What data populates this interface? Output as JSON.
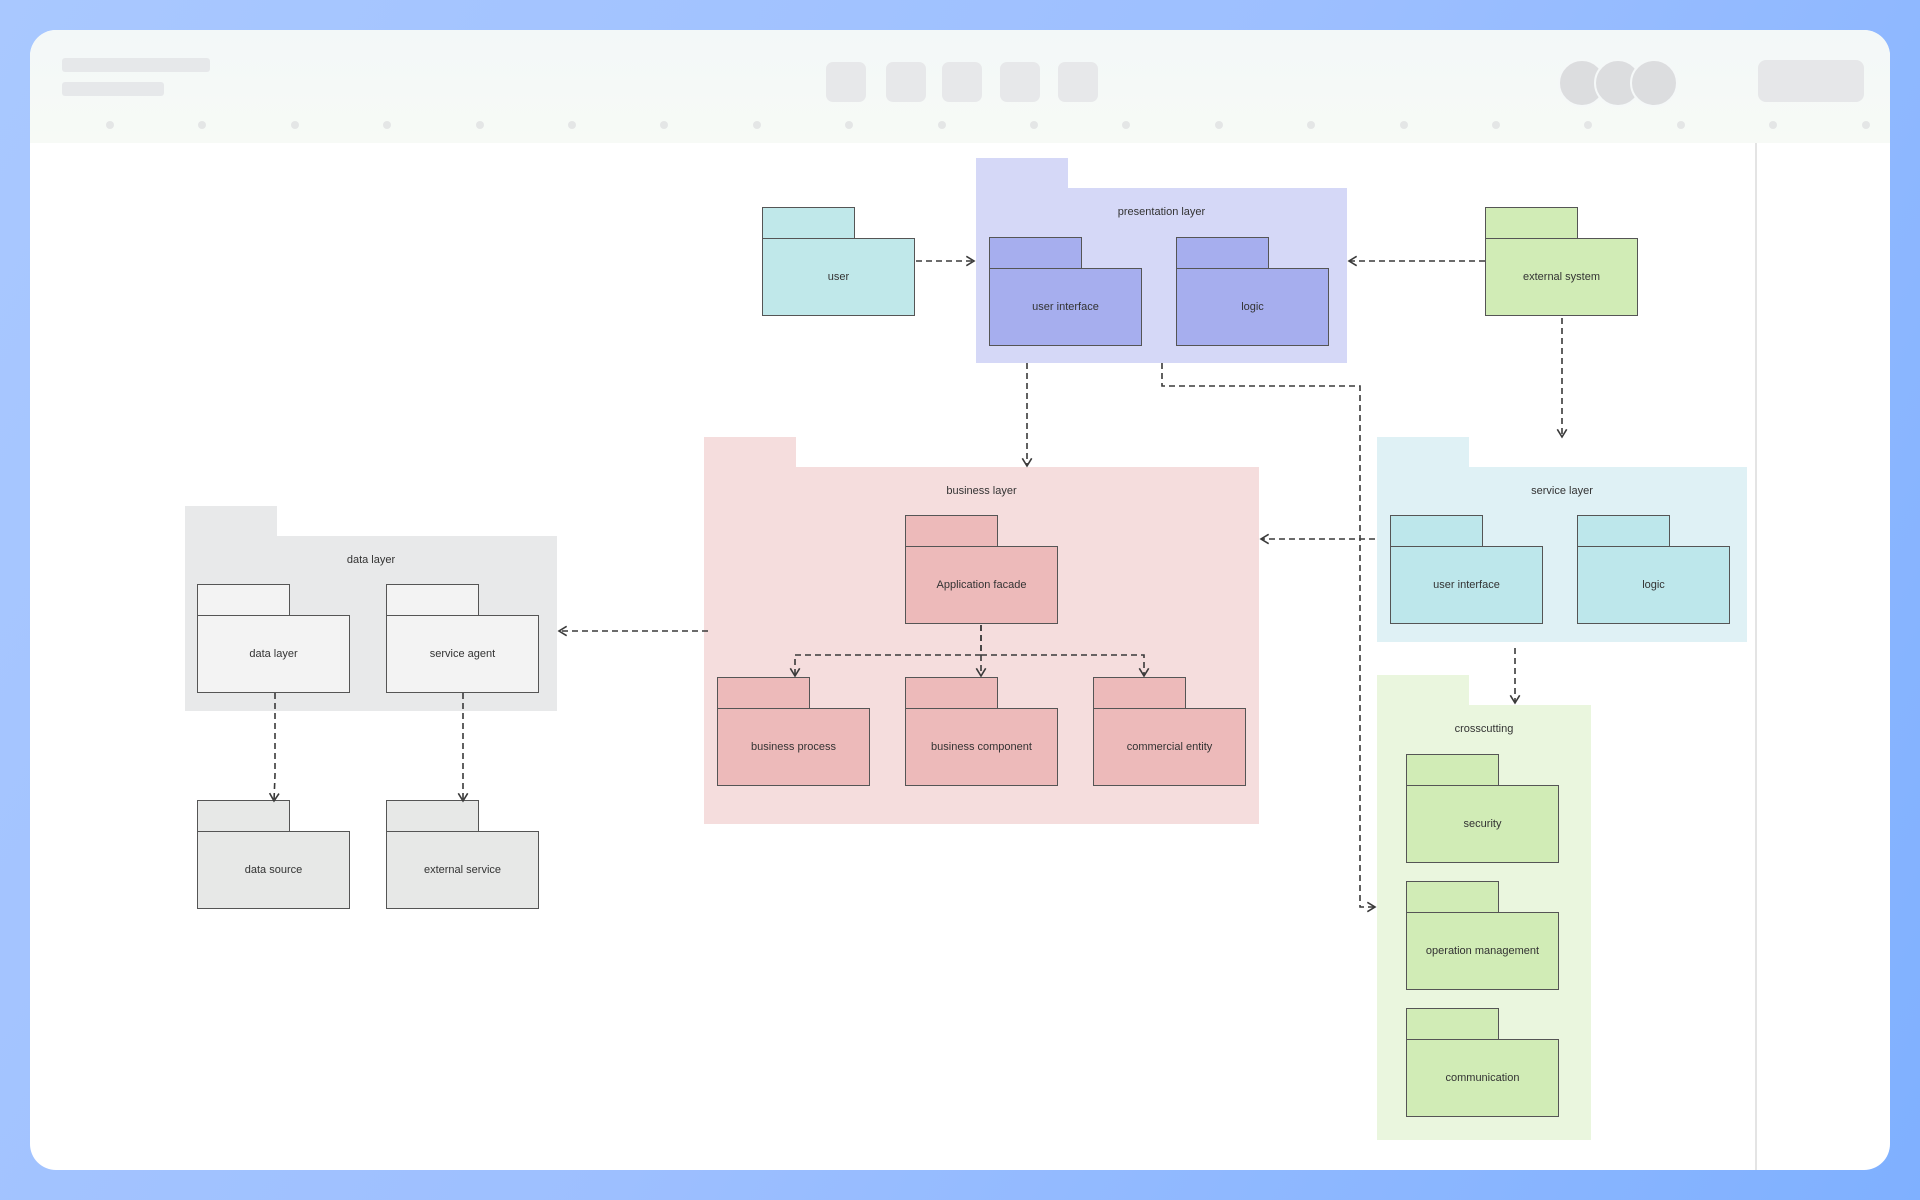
{
  "diagram": {
    "containers": [
      {
        "id": "presentation",
        "label": "presentation layer",
        "fill": "#d5d8f7",
        "children": [
          "p_ui",
          "p_logic"
        ]
      },
      {
        "id": "business",
        "label": "business layer",
        "fill": "#f5dddd",
        "children": [
          "b_facade",
          "b_process",
          "b_component",
          "b_entity"
        ]
      },
      {
        "id": "data",
        "label": "data layer",
        "fill": "#e8e9ea",
        "children": [
          "d_layer",
          "d_agent"
        ]
      },
      {
        "id": "service",
        "label": "service layer",
        "fill": "#dff1f5",
        "children": [
          "s_ui",
          "s_logic"
        ]
      },
      {
        "id": "crosscutting",
        "label": "crosscutting",
        "fill": "#eaf6de",
        "children": [
          "c_security",
          "c_ops",
          "c_comm"
        ]
      }
    ],
    "packages": [
      {
        "id": "user",
        "label": "user",
        "fill": "#c0e8ea"
      },
      {
        "id": "external_system",
        "label": "external system",
        "fill": "#d1ecb6"
      },
      {
        "id": "p_ui",
        "label": "user interface",
        "fill": "#a6aeee"
      },
      {
        "id": "p_logic",
        "label": "logic",
        "fill": "#a6aeee"
      },
      {
        "id": "b_facade",
        "label": "Application facade",
        "fill": "#edbaba"
      },
      {
        "id": "b_process",
        "label": "business process",
        "fill": "#edbaba"
      },
      {
        "id": "b_component",
        "label": "business component",
        "fill": "#edbaba"
      },
      {
        "id": "b_entity",
        "label": "commercial entity",
        "fill": "#edbaba"
      },
      {
        "id": "d_layer",
        "label": "data layer",
        "fill": "#f3f3f3"
      },
      {
        "id": "d_agent",
        "label": "service agent",
        "fill": "#f3f3f3"
      },
      {
        "id": "d_source",
        "label": "data source",
        "fill": "#e7e8e7"
      },
      {
        "id": "d_external",
        "label": "external service",
        "fill": "#e7e8e7"
      },
      {
        "id": "s_ui",
        "label": "user interface",
        "fill": "#bde7eb"
      },
      {
        "id": "s_logic",
        "label": "logic",
        "fill": "#bde7eb"
      },
      {
        "id": "c_security",
        "label": "security",
        "fill": "#d1ecb6"
      },
      {
        "id": "c_ops",
        "label": "operation management",
        "fill": "#d1ecb6"
      },
      {
        "id": "c_comm",
        "label": "communication",
        "fill": "#d1ecb6"
      }
    ],
    "edges": [
      {
        "from": "user",
        "to": "presentation",
        "style": "dashed"
      },
      {
        "from": "external_system",
        "to": "presentation",
        "style": "dashed"
      },
      {
        "from": "external_system",
        "to": "service",
        "style": "dashed"
      },
      {
        "from": "presentation",
        "to": "business",
        "style": "dashed"
      },
      {
        "from": "presentation",
        "to": "crosscutting",
        "style": "dashed"
      },
      {
        "from": "service",
        "to": "business",
        "style": "dashed"
      },
      {
        "from": "service",
        "to": "crosscutting",
        "style": "dashed"
      },
      {
        "from": "business",
        "to": "data",
        "style": "dashed"
      },
      {
        "from": "b_facade",
        "to": "b_process",
        "style": "dashed"
      },
      {
        "from": "b_facade",
        "to": "b_component",
        "style": "dashed"
      },
      {
        "from": "b_facade",
        "to": "b_entity",
        "style": "dashed"
      },
      {
        "from": "d_layer",
        "to": "d_source",
        "style": "dashed"
      },
      {
        "from": "d_agent",
        "to": "d_external",
        "style": "dashed"
      }
    ]
  },
  "colors": {
    "edge": "#3a3a3a",
    "border": "#555555"
  }
}
